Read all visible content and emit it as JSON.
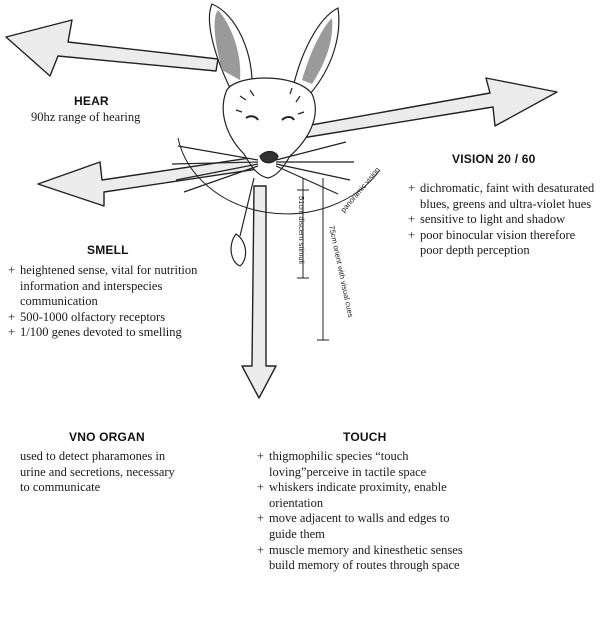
{
  "hear": {
    "title": "HEAR",
    "text": "90hz range of hearing"
  },
  "vision": {
    "title": "VISION  20 / 60",
    "items": [
      "dichromatic, faint with desaturated blues, greens and ultra-violet hues",
      "sensitive to light and shadow",
      "poor binocular vision therefore poor depth perception"
    ]
  },
  "smell": {
    "title": "SMELL",
    "items": [
      "heightened sense, vital for nutrition information and interspecies communication",
      "500-1000 olfactory receptors",
      "1/100 genes devoted to smelling"
    ]
  },
  "vno": {
    "title": "VNO ORGAN",
    "text": "used to detect pharamones in urine and secretions, necessary to communicate"
  },
  "touch": {
    "title": "TOUCH",
    "items": [
      "thigmophilic species “touch loving”perceive in tactile space",
      "whiskers indicate proximity, enable orientation",
      "move adjacent to walls and edges to guide them",
      "muscle memory and kinesthetic senses build memory of routes through space"
    ]
  },
  "diagram_labels": {
    "panoramic": "panoramic vision",
    "stimuli": "51cm discern stimuli",
    "orient": "75cm orient with visual cues"
  },
  "colors": {
    "arrow_fill": "#ececec",
    "ink": "#222222",
    "ear_shade": "#9a9a9a"
  },
  "icons": [
    "animal-head-sketch",
    "arrow-left",
    "arrow-right",
    "arrow-down"
  ]
}
